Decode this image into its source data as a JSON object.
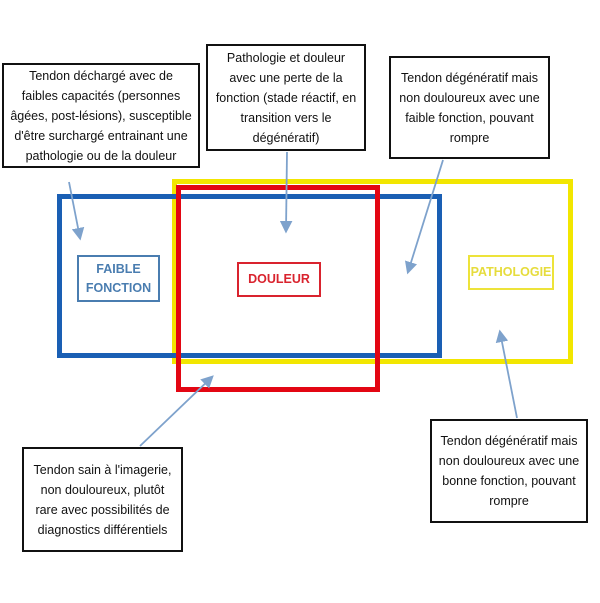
{
  "labels": {
    "faible_fonction": "FAIBLE FONCTION",
    "douleur": "DOULEUR",
    "pathologie": "PATHOLOGIE"
  },
  "notes": {
    "top_left": "Tendon déchargé avec de faibles capacités (personnes âgées, post-lésions), susceptible d'être surchargé entrainant une pathologie ou de la douleur",
    "top_center": "Pathologie et douleur avec une perte de la fonction (stade réactif, en transition vers le dégénératif)",
    "top_right": "Tendon dégénératif mais non douloureux avec une faible fonction, pouvant rompre",
    "bottom_left": "Tendon sain à l'imagerie, non douloureux, plutôt rare avec possibilités de diagnostics différentiels",
    "bottom_right": "Tendon dégénératif mais non douloureux avec une bonne fonction, pouvant rompre"
  },
  "colors": {
    "blue": "#1a5fb4",
    "red": "#e30613",
    "yellow": "#f2e600",
    "arrow": "#7ea2cc"
  }
}
